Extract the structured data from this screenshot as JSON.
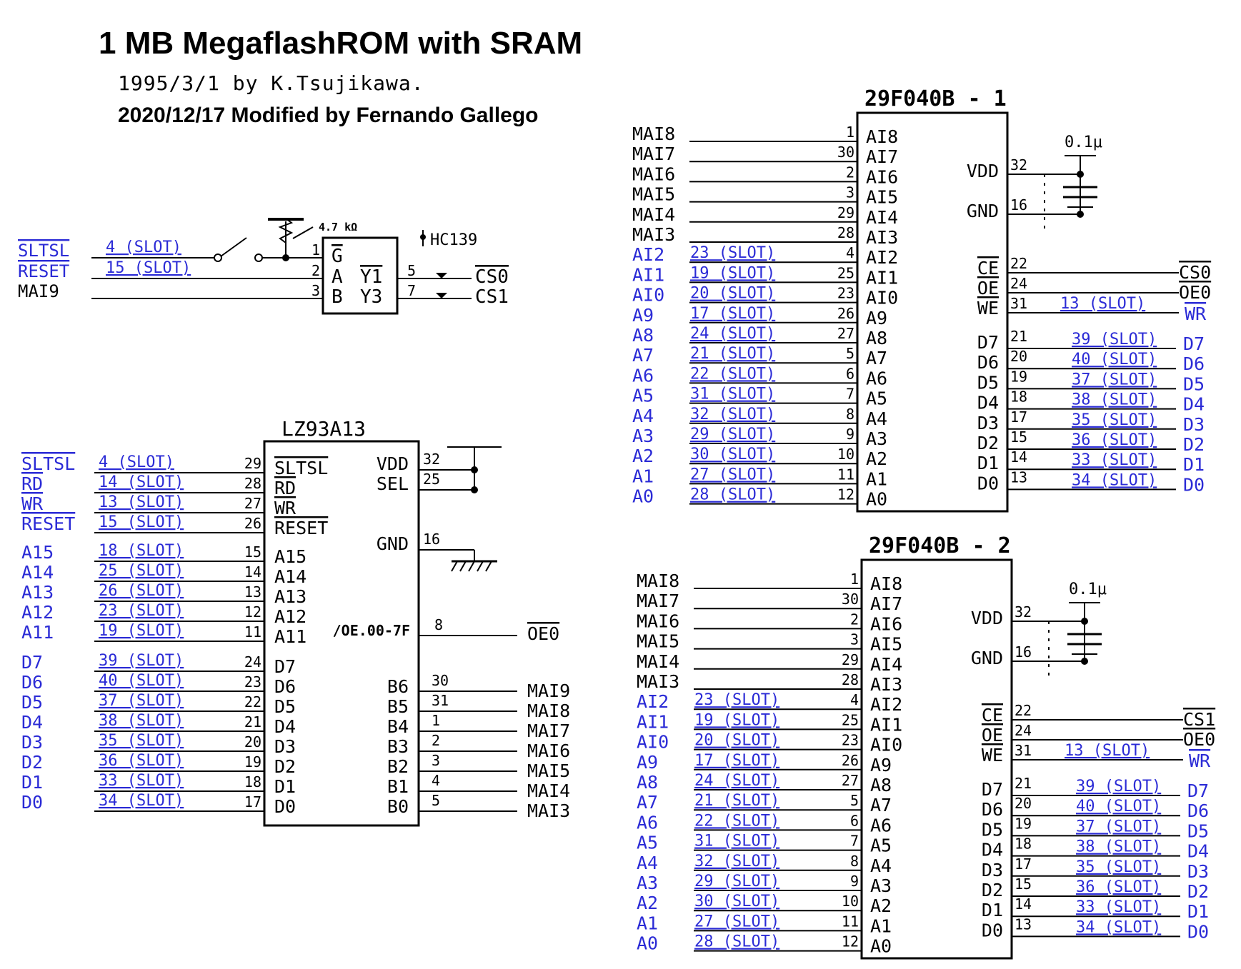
{
  "title": "1 MB MegaflashROM with SRAM",
  "credit_original": "1995/3/1   by K.Tsujikawa.",
  "credit_modified": "2020/12/17   Modified by Fernando Gallego",
  "colors": {
    "ink": "#000000",
    "blue": "#2b2bd6"
  },
  "decoder": {
    "part": "HC139",
    "resistor": "4.7 kΩ",
    "inputs": [
      {
        "label": "SLTSL",
        "bar": true,
        "slot": "4 (SLOT)",
        "pin": "1",
        "pin_name": "G",
        "switch": true
      },
      {
        "label": "RESET",
        "bar": true,
        "slot": "15 (SLOT)",
        "pin": "2",
        "pin_name": "A"
      },
      {
        "label": "MAI9",
        "bar": false,
        "slot": "",
        "pin": "3",
        "pin_name": "B"
      }
    ],
    "outputs": [
      {
        "pin_name": "Y1",
        "pin": "5",
        "label": "CS0"
      },
      {
        "pin_name": "Y3",
        "pin": "7",
        "label": "CS1"
      }
    ]
  },
  "mapper": {
    "name": "LZ93A13",
    "left_pins": [
      {
        "net": "SLTSL",
        "bar": true,
        "slot": "4 (SLOT)",
        "num": "29",
        "name": "SLTSL",
        "name_bar": true
      },
      {
        "net": "RD",
        "bar": true,
        "slot": "14 (SLOT)",
        "num": "28",
        "name": "RD",
        "name_bar": true
      },
      {
        "net": "WR",
        "bar": true,
        "slot": "13 (SLOT)",
        "num": "27",
        "name": "WR",
        "name_bar": true
      },
      {
        "net": "RESET",
        "bar": true,
        "slot": "15 (SLOT)",
        "num": "26",
        "name": "RESET",
        "name_bar": true
      },
      {
        "net": "A15",
        "slot": "18 (SLOT)",
        "num": "15",
        "name": "A15"
      },
      {
        "net": "A14",
        "slot": "25 (SLOT)",
        "num": "14",
        "name": "A14"
      },
      {
        "net": "A13",
        "slot": "26 (SLOT)",
        "num": "13",
        "name": "A13"
      },
      {
        "net": "A12",
        "slot": "23 (SLOT)",
        "num": "12",
        "name": "A12"
      },
      {
        "net": "A11",
        "slot": "19 (SLOT)",
        "num": "11",
        "name": "A11"
      },
      {
        "net": "D7",
        "slot": "39 (SLOT)",
        "num": "24",
        "name": "D7"
      },
      {
        "net": "D6",
        "slot": "40 (SLOT)",
        "num": "23",
        "name": "D6"
      },
      {
        "net": "D5",
        "slot": "37 (SLOT)",
        "num": "22",
        "name": "D5"
      },
      {
        "net": "D4",
        "slot": "38 (SLOT)",
        "num": "21",
        "name": "D4"
      },
      {
        "net": "D3",
        "slot": "35 (SLOT)",
        "num": "20",
        "name": "D3"
      },
      {
        "net": "D2",
        "slot": "36 (SLOT)",
        "num": "19",
        "name": "D2"
      },
      {
        "net": "D1",
        "slot": "33 (SLOT)",
        "num": "18",
        "name": "D1"
      },
      {
        "net": "D0",
        "slot": "34 (SLOT)",
        "num": "17",
        "name": "D0"
      }
    ],
    "power": [
      {
        "name": "VDD",
        "num": "32"
      },
      {
        "name": "SEL",
        "num": "25"
      },
      {
        "name": "GND",
        "num": "16"
      }
    ],
    "oe_pin": {
      "name": "/OE.00-7F",
      "num": "8",
      "label": "OE0"
    },
    "b_pins": [
      {
        "name": "B6",
        "num": "30",
        "label": "MAI9"
      },
      {
        "name": "B5",
        "num": "31",
        "label": "MAI8"
      },
      {
        "name": "B4",
        "num": "1",
        "label": "MAI7"
      },
      {
        "name": "B3",
        "num": "2",
        "label": "MAI6"
      },
      {
        "name": "B2",
        "num": "3",
        "label": "MAI5"
      },
      {
        "name": "B1",
        "num": "4",
        "label": "MAI4"
      },
      {
        "name": "B0",
        "num": "5",
        "label": "MAI3"
      }
    ]
  },
  "flash_left_pins": [
    {
      "net": "MAI8",
      "slot": "",
      "num": "1",
      "name": "AI8"
    },
    {
      "net": "MAI7",
      "slot": "",
      "num": "30",
      "name": "AI7"
    },
    {
      "net": "MAI6",
      "slot": "",
      "num": "2",
      "name": "AI6"
    },
    {
      "net": "MAI5",
      "slot": "",
      "num": "3",
      "name": "AI5"
    },
    {
      "net": "MAI4",
      "slot": "",
      "num": "29",
      "name": "AI4"
    },
    {
      "net": "MAI3",
      "slot": "",
      "num": "28",
      "name": "AI3"
    },
    {
      "net": "AI2",
      "slot": "23 (SLOT)",
      "num": "4",
      "name": "AI2"
    },
    {
      "net": "AI1",
      "slot": "19 (SLOT)",
      "num": "25",
      "name": "AI1"
    },
    {
      "net": "AI0",
      "slot": "20 (SLOT)",
      "num": "23",
      "name": "AI0"
    },
    {
      "net": "A9",
      "slot": "17 (SLOT)",
      "num": "26",
      "name": "A9"
    },
    {
      "net": "A8",
      "slot": "24 (SLOT)",
      "num": "27",
      "name": "A8"
    },
    {
      "net": "A7",
      "slot": "21 (SLOT)",
      "num": "5",
      "name": "A7"
    },
    {
      "net": "A6",
      "slot": "22 (SLOT)",
      "num": "6",
      "name": "A6"
    },
    {
      "net": "A5",
      "slot": "31 (SLOT)",
      "num": "7",
      "name": "A5"
    },
    {
      "net": "A4",
      "slot": "32 (SLOT)",
      "num": "8",
      "name": "A4"
    },
    {
      "net": "A3",
      "slot": "29 (SLOT)",
      "num": "9",
      "name": "A3"
    },
    {
      "net": "A2",
      "slot": "30 (SLOT)",
      "num": "10",
      "name": "A2"
    },
    {
      "net": "A1",
      "slot": "27 (SLOT)",
      "num": "11",
      "name": "A1"
    },
    {
      "net": "A0",
      "slot": "28 (SLOT)",
      "num": "12",
      "name": "A0"
    }
  ],
  "flash_data_pins": [
    {
      "name": "D7",
      "num": "21",
      "slot": "39 (SLOT)",
      "net": "D7"
    },
    {
      "name": "D6",
      "num": "20",
      "slot": "40 (SLOT)",
      "net": "D6"
    },
    {
      "name": "D5",
      "num": "19",
      "slot": "37 (SLOT)",
      "net": "D5"
    },
    {
      "name": "D4",
      "num": "18",
      "slot": "38 (SLOT)",
      "net": "D4"
    },
    {
      "name": "D3",
      "num": "17",
      "slot": "35 (SLOT)",
      "net": "D3"
    },
    {
      "name": "D2",
      "num": "15",
      "slot": "36 (SLOT)",
      "net": "D2"
    },
    {
      "name": "D1",
      "num": "14",
      "slot": "33 (SLOT)",
      "net": "D1"
    },
    {
      "name": "D0",
      "num": "13",
      "slot": "34 (SLOT)",
      "net": "D0"
    }
  ],
  "flash_chips": [
    {
      "title": "29F040B - 1",
      "cap": "0.1μ",
      "vdd": {
        "name": "VDD",
        "num": "32"
      },
      "gnd": {
        "name": "GND",
        "num": "16"
      },
      "ctrl": [
        {
          "name": "CE",
          "num": "22",
          "slot": "",
          "label": "CS0",
          "label_bar": true
        },
        {
          "name": "OE",
          "num": "24",
          "slot": "",
          "label": "OE0",
          "label_bar": true
        },
        {
          "name": "WE",
          "num": "31",
          "slot": "13 (SLOT)",
          "label": "WR",
          "label_bar": true
        }
      ]
    },
    {
      "title": "29F040B - 2",
      "cap": "0.1μ",
      "vdd": {
        "name": "VDD",
        "num": "32"
      },
      "gnd": {
        "name": "GND",
        "num": "16"
      },
      "ctrl": [
        {
          "name": "CE",
          "num": "22",
          "slot": "",
          "label": "CS1",
          "label_bar": true
        },
        {
          "name": "OE",
          "num": "24",
          "slot": "",
          "label": "OE0",
          "label_bar": true
        },
        {
          "name": "WE",
          "num": "31",
          "slot": "13 (SLOT)",
          "label": "WR",
          "label_bar": true
        }
      ]
    }
  ]
}
